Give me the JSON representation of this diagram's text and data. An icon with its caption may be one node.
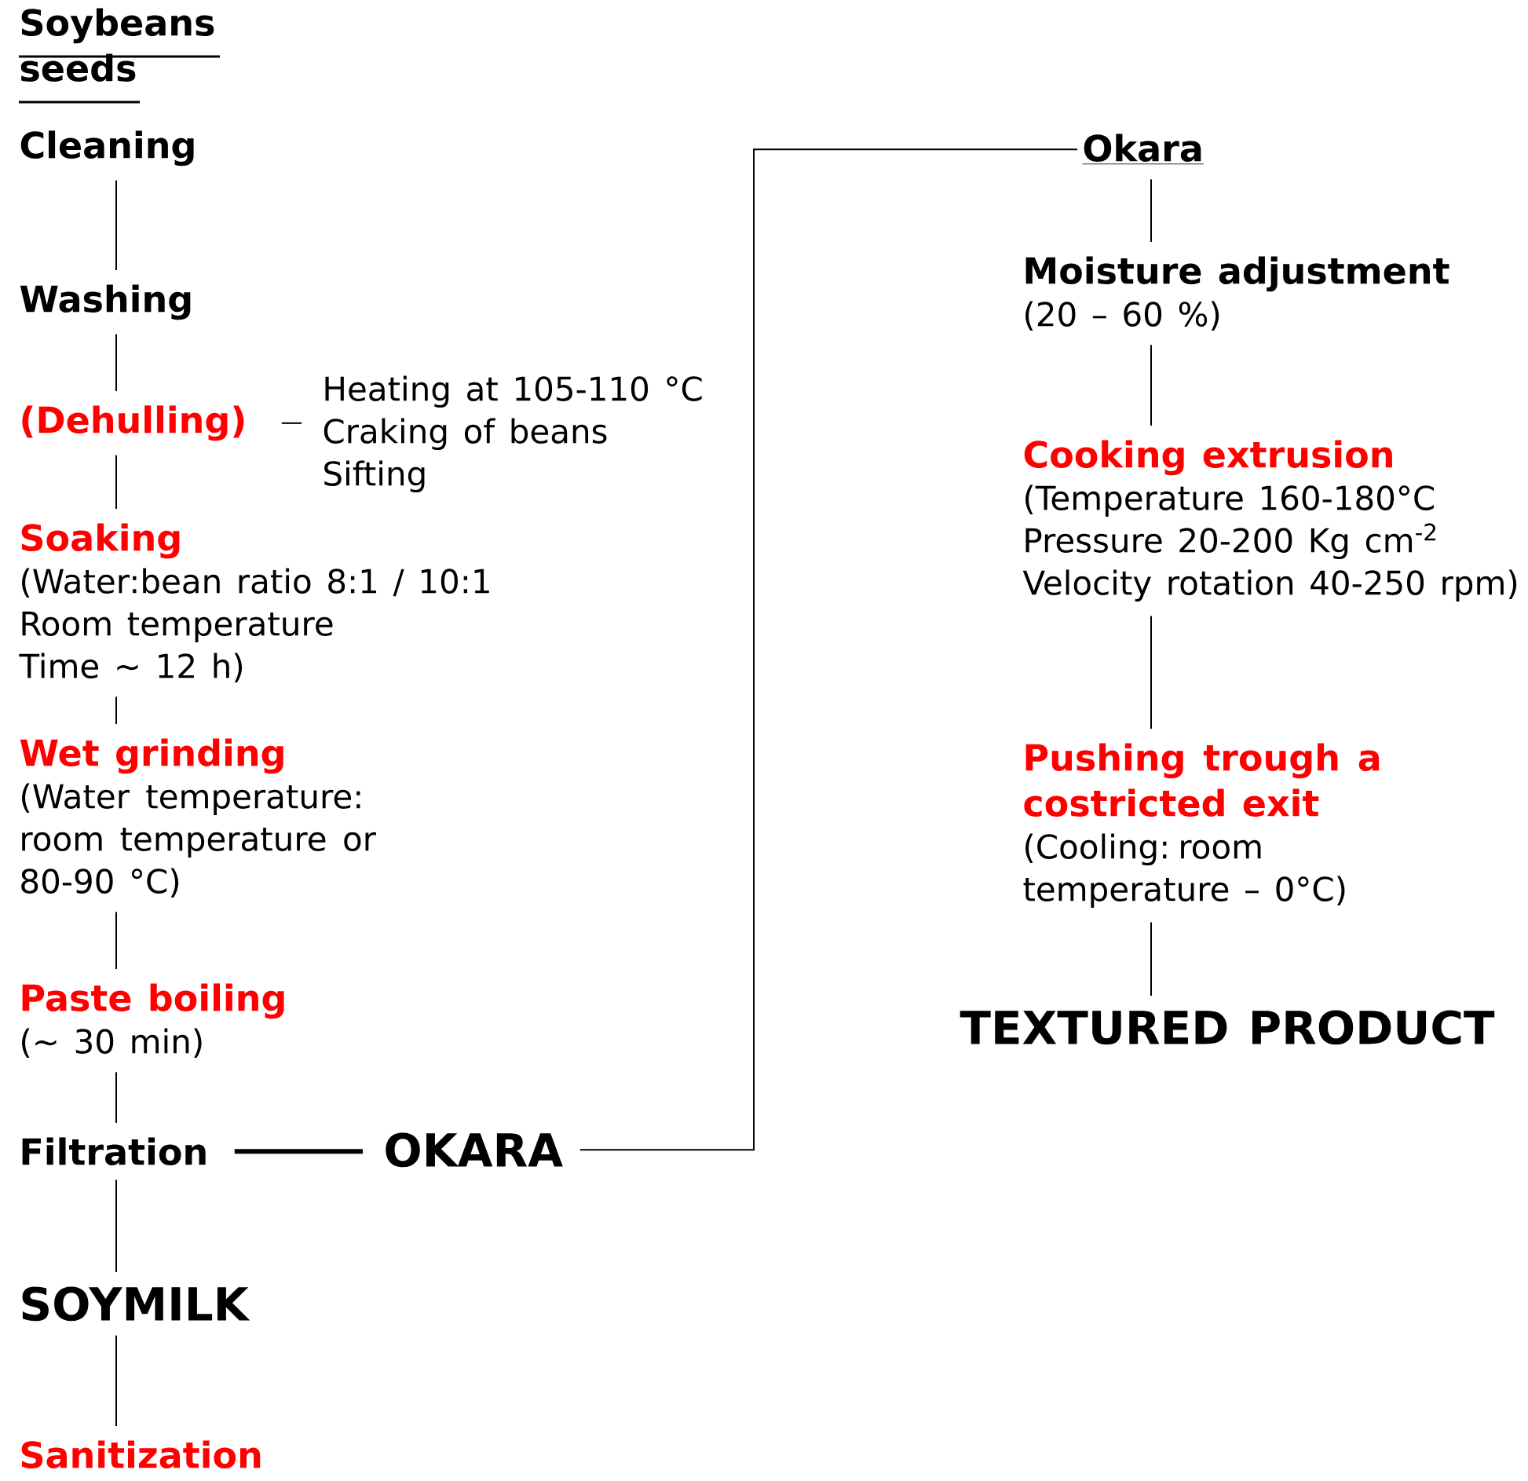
{
  "diagram": {
    "nodes": [
      {
        "text": [
          "Soybeans seeds"
        ]
      },
      {
        "text": [
          "Cleaning"
        ]
      },
      {
        "text": [
          "Washing"
        ]
      },
      {
        "text": [
          "(Dehulling)"
        ]
      },
      {
        "text": [
          "Heating at 105-110 °C",
          "Craking of beans",
          "Sifting"
        ]
      },
      {
        "text": [
          "Soaking",
          "(Water:bean ratio 8:1 / 10:1",
          "Room temperature",
          "Time ~ 12 h)"
        ]
      },
      {
        "text": [
          "Wet grinding",
          "(Water temperature: room temperature or 80-90 °C)"
        ]
      },
      {
        "text": [
          "Paste boiling",
          "(~ 30 min)"
        ]
      },
      {
        "text": [
          "Filtration"
        ]
      },
      {
        "text": [
          "OKARA"
        ]
      },
      {
        "text": [
          "SOYMILK"
        ]
      },
      {
        "text": [
          "Sanitization"
        ]
      },
      {
        "text": [
          "Okara"
        ]
      },
      {
        "text": [
          "Moisture adjustment",
          "(20 – 60 %)"
        ]
      },
      {
        "text": [
          "Cooking extrusion",
          "(Temperature 160-180°C",
          "Pressure 20-200 Kg cm$^{-2}$",
          "Velocity rotation 40-250 rpm)"
        ]
      },
      {
        "text": [
          "Pushing trough a costricted exit",
          "(Cooling: room temperature – 0°C)"
        ]
      },
      {
        "text": [
          "TEXTURED PRODUCT"
        ]
      }
    ],
    "edges": [
      {
        "from": 1,
        "to": 2,
        "arrow": "none"
      },
      {
        "from": 2,
        "to": 3,
        "arrow": "none"
      },
      {
        "from": 3,
        "to": 4,
        "arrow": "none"
      },
      {
        "from": 3,
        "to": 5,
        "arrow": "none"
      },
      {
        "from": 5,
        "to": 6,
        "arrow": "none"
      },
      {
        "from": 6,
        "to": 7,
        "arrow": "none"
      },
      {
        "from": 7,
        "to": 8,
        "arrow": "none"
      },
      {
        "from": 8,
        "to": 9,
        "arrow": "none",
        "style": "thick"
      },
      {
        "from": 8,
        "to": 10,
        "arrow": "none"
      },
      {
        "from": 10,
        "to": 11,
        "arrow": "none"
      },
      {
        "from": 9,
        "to": 12,
        "arrow": "none"
      },
      {
        "from": 12,
        "to": 13,
        "arrow": "none"
      },
      {
        "from": 13,
        "to": 14,
        "arrow": "none"
      },
      {
        "from": 14,
        "to": 15,
        "arrow": "none"
      },
      {
        "from": 15,
        "to": 16,
        "arrow": "none"
      }
    ]
  }
}
